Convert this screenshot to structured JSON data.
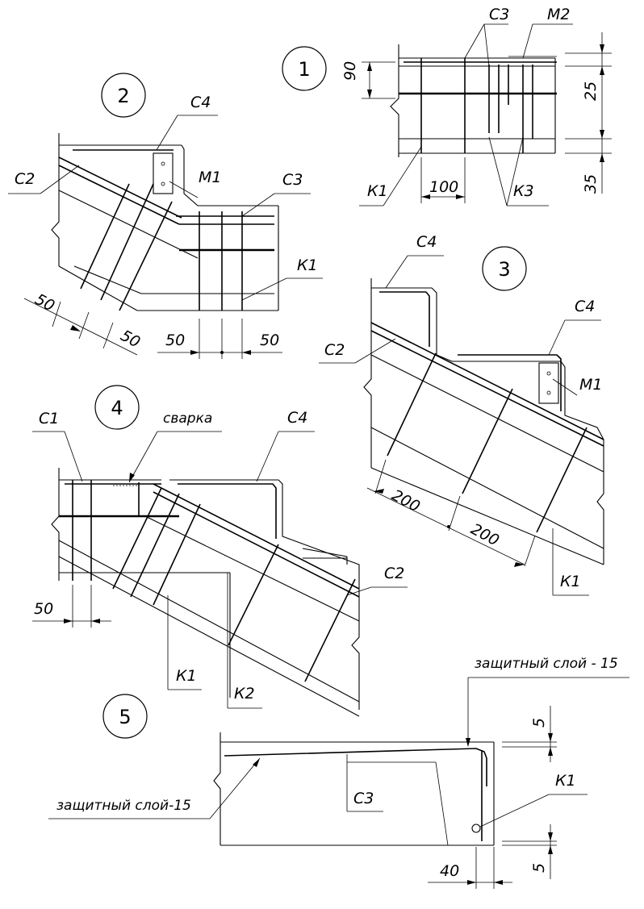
{
  "details": [
    {
      "number": "1"
    },
    {
      "number": "2"
    },
    {
      "number": "3"
    },
    {
      "number": "4"
    },
    {
      "number": "5"
    }
  ],
  "labels": {
    "c1": "С1",
    "c2": "С2",
    "c3": "С3",
    "c4": "С4",
    "m1": "М1",
    "m2": "М2",
    "k1": "К1",
    "k2": "К2",
    "k3": "К3",
    "weld": "сварка",
    "cover_top": "защитный слой - 15",
    "cover_left": "защитный слой-15"
  },
  "dimensions": {
    "d90": "90",
    "d25": "25",
    "d35": "35",
    "d100": "100",
    "d50": "50",
    "d200": "200",
    "d5": "5",
    "d40": "40"
  }
}
